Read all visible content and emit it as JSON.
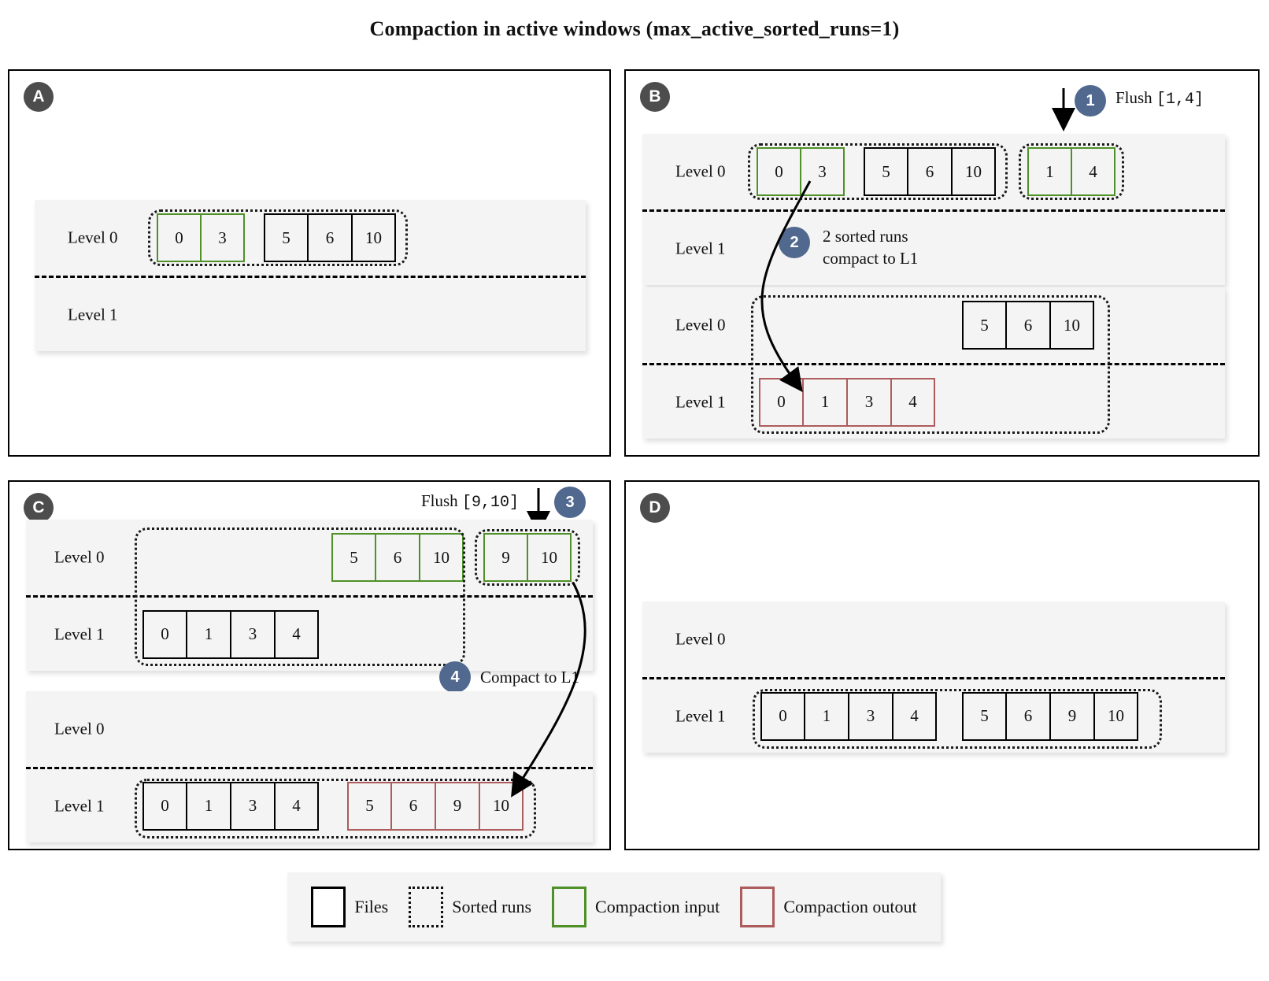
{
  "title": "Compaction in active windows (max_active_sorted_runs=1)",
  "level_labels": {
    "l0": "Level 0",
    "l1": "Level 1"
  },
  "panels": {
    "a": {
      "letter": "A"
    },
    "b": {
      "letter": "B",
      "step1": {
        "badge": "1",
        "label": "Flush",
        "range": "[1,4]"
      },
      "step2": {
        "badge": "2",
        "line1": "2 sorted runs",
        "line2": "compact to L1"
      }
    },
    "c": {
      "letter": "C",
      "step3": {
        "badge": "3",
        "label": "Flush",
        "range": "[9,10]"
      },
      "step4": {
        "badge": "4",
        "label": "Compact to L1"
      }
    },
    "d": {
      "letter": "D"
    }
  },
  "runs": {
    "a_l0_green": [
      "0",
      "3"
    ],
    "a_l0_black": [
      "5",
      "6",
      "10"
    ],
    "b1_l0_green": [
      "0",
      "3"
    ],
    "b1_l0_black": [
      "5",
      "6",
      "10"
    ],
    "b1_l0_flush": [
      "1",
      "4"
    ],
    "b2_l0_black": [
      "5",
      "6",
      "10"
    ],
    "b2_l1_red": [
      "0",
      "1",
      "3",
      "4"
    ],
    "c1_l0_green": [
      "5",
      "6",
      "10"
    ],
    "c1_l0_flush": [
      "9",
      "10"
    ],
    "c1_l1_black": [
      "0",
      "1",
      "3",
      "4"
    ],
    "c2_l1_black": [
      "0",
      "1",
      "3",
      "4"
    ],
    "c2_l1_red": [
      "5",
      "6",
      "9",
      "10"
    ],
    "d_l1_black_a": [
      "0",
      "1",
      "3",
      "4"
    ],
    "d_l1_black_b": [
      "5",
      "6",
      "9",
      "10"
    ]
  },
  "legend": [
    {
      "swatch": "black",
      "label": "Files"
    },
    {
      "swatch": "dotted",
      "label": "Sorted runs"
    },
    {
      "swatch": "green",
      "label": "Compaction input"
    },
    {
      "swatch": "red",
      "label": "Compaction outout"
    }
  ],
  "colors": {
    "file_border": "#000000",
    "compaction_input": "#4f9128",
    "compaction_output": "#ad5c5c",
    "step_badge": "#51688f",
    "panel_badge": "#4d4d4d",
    "band_bg": "#f4f4f4"
  }
}
